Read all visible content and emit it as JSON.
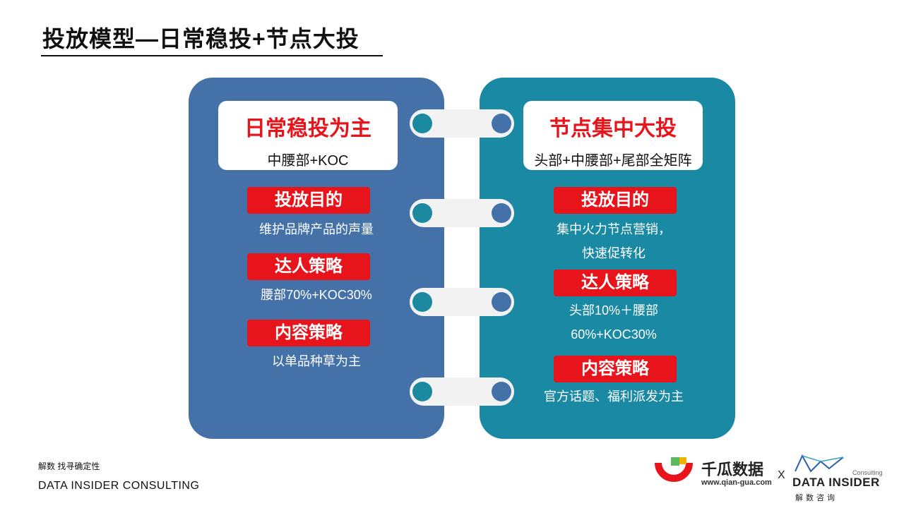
{
  "title": "投放模型—日常稳投+节点大投",
  "left_panel": {
    "head_title": "日常稳投为主",
    "head_sub": "中腰部+KOC",
    "sections": [
      {
        "label": "投放目的",
        "text": [
          "维护品牌产品的声量"
        ]
      },
      {
        "label": "达人策略",
        "text": [
          "腰部70%+KOC30%"
        ]
      },
      {
        "label": "内容策略",
        "text": [
          "以单品种草为主"
        ]
      }
    ]
  },
  "right_panel": {
    "head_title": "节点集中大投",
    "head_sub": "头部+中腰部+尾部全矩阵",
    "sections": [
      {
        "label": "投放目的",
        "text": [
          "集中火力节点营销，",
          "快速促转化"
        ]
      },
      {
        "label": "达人策略",
        "text": [
          "头部10%＋腰部",
          "60%+KOC30%"
        ]
      },
      {
        "label": "内容策略",
        "text": [
          "官方话题、福利派发为主"
        ]
      }
    ]
  },
  "footer": {
    "tagline": "解数 找寻确定性",
    "company": "DATA INSIDER CONSULTING"
  },
  "logos": {
    "qiangua_name": "千瓜数据",
    "qiangua_url": "www.qian-gua.com",
    "times": "X",
    "di_consulting": "Consulting",
    "di_name": "DATA INSIDER",
    "di_sub": "解数咨询"
  },
  "colors": {
    "left_panel": "#4472a8",
    "right_panel": "#1a89a3",
    "accent_red": "#e8141b"
  }
}
